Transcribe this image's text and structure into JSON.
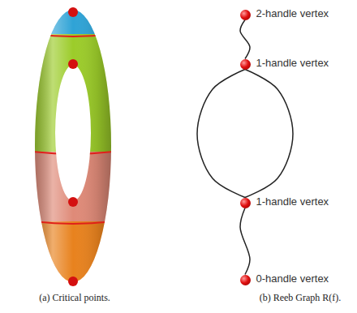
{
  "diagram": {
    "nodes": [
      {
        "text": [
          "2-handle vertex"
        ]
      },
      {
        "text": [
          "1-handle vertex"
        ]
      },
      {
        "text": [
          "1-handle vertex"
        ]
      },
      {
        "text": [
          "0-handle vertex"
        ]
      }
    ],
    "edges": [
      {
        "from": 0,
        "to": 1,
        "arrow": "none"
      },
      {
        "from": 1,
        "to": 2,
        "arrow": "none"
      },
      {
        "from": 1,
        "to": 2,
        "arrow": "none"
      },
      {
        "from": 2,
        "to": 3,
        "arrow": "none"
      }
    ],
    "labels": [
      "(a) Critical points.",
      "(b) Reeb Graph R(f)."
    ]
  }
}
